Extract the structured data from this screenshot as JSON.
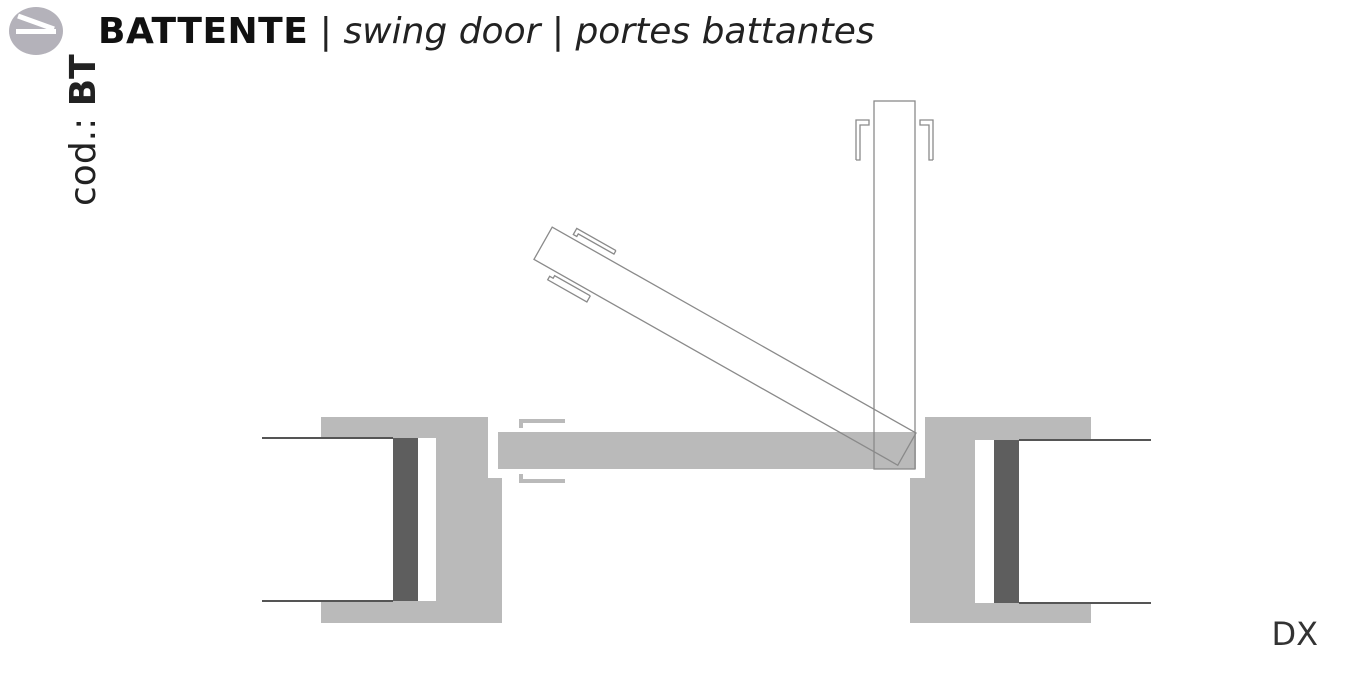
{
  "header": {
    "title_strong": "BATTENTE",
    "separator": "|",
    "title_en": "swing door",
    "title_fr": "portes battantes"
  },
  "code": {
    "prefix": "cod.:",
    "value": "BT"
  },
  "side_label": "DX",
  "icon": {
    "name": "swing-door-logo-icon"
  },
  "colors": {
    "wall": "#bababa",
    "frame_dark": "#5e5e5e",
    "outline": "#8a8a8a",
    "text": "#111111",
    "logo": "#b4b2ba"
  }
}
